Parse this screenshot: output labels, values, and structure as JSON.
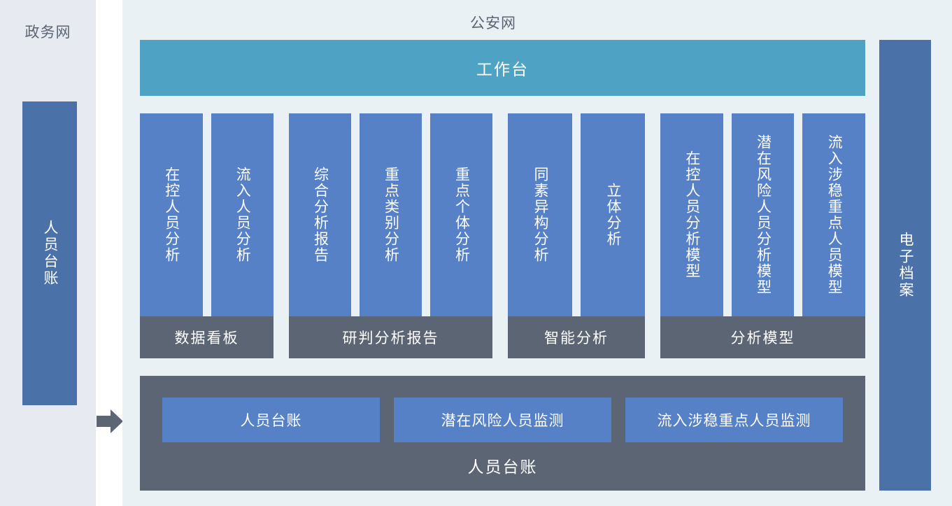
{
  "left_zone": {
    "title": "政务网",
    "card_label": "人员台账"
  },
  "flow": {
    "arrow_icon": "arrow-right-icon"
  },
  "main_zone": {
    "title": "公安网",
    "workbench_label": "工作台",
    "groups": [
      {
        "label": "数据看板",
        "cards": [
          "在控人员分析",
          "流入人员分析"
        ]
      },
      {
        "label": "研判分析报告",
        "cards": [
          "综合分析报告",
          "重点类别分析",
          "重点个体分析"
        ]
      },
      {
        "label": "智能分析",
        "cards": [
          "同素异构分析",
          "立体分析"
        ]
      },
      {
        "label": "分析模型",
        "cards": [
          "在控人员分析模型",
          "潜在风险人员分析模型",
          "流入涉稳重点人员模型"
        ]
      }
    ],
    "ledger": {
      "caption": "人员台账",
      "buttons": [
        "人员台账",
        "潜在风险人员监测",
        "流入涉稳重点人员监测"
      ]
    }
  },
  "right_zone": {
    "card_label": "电子档案"
  },
  "colors": {
    "gov_panel_bg": "#e8eaf1",
    "psn_panel_bg": "#e9f1f4",
    "side_card_blue": "#4a71a8",
    "card_blue": "#5681c6",
    "group_label_gray": "#5b6573",
    "workbench_teal": "#4ea3c4",
    "text_gray": "#5b6573",
    "text_white": "#ffffff"
  }
}
